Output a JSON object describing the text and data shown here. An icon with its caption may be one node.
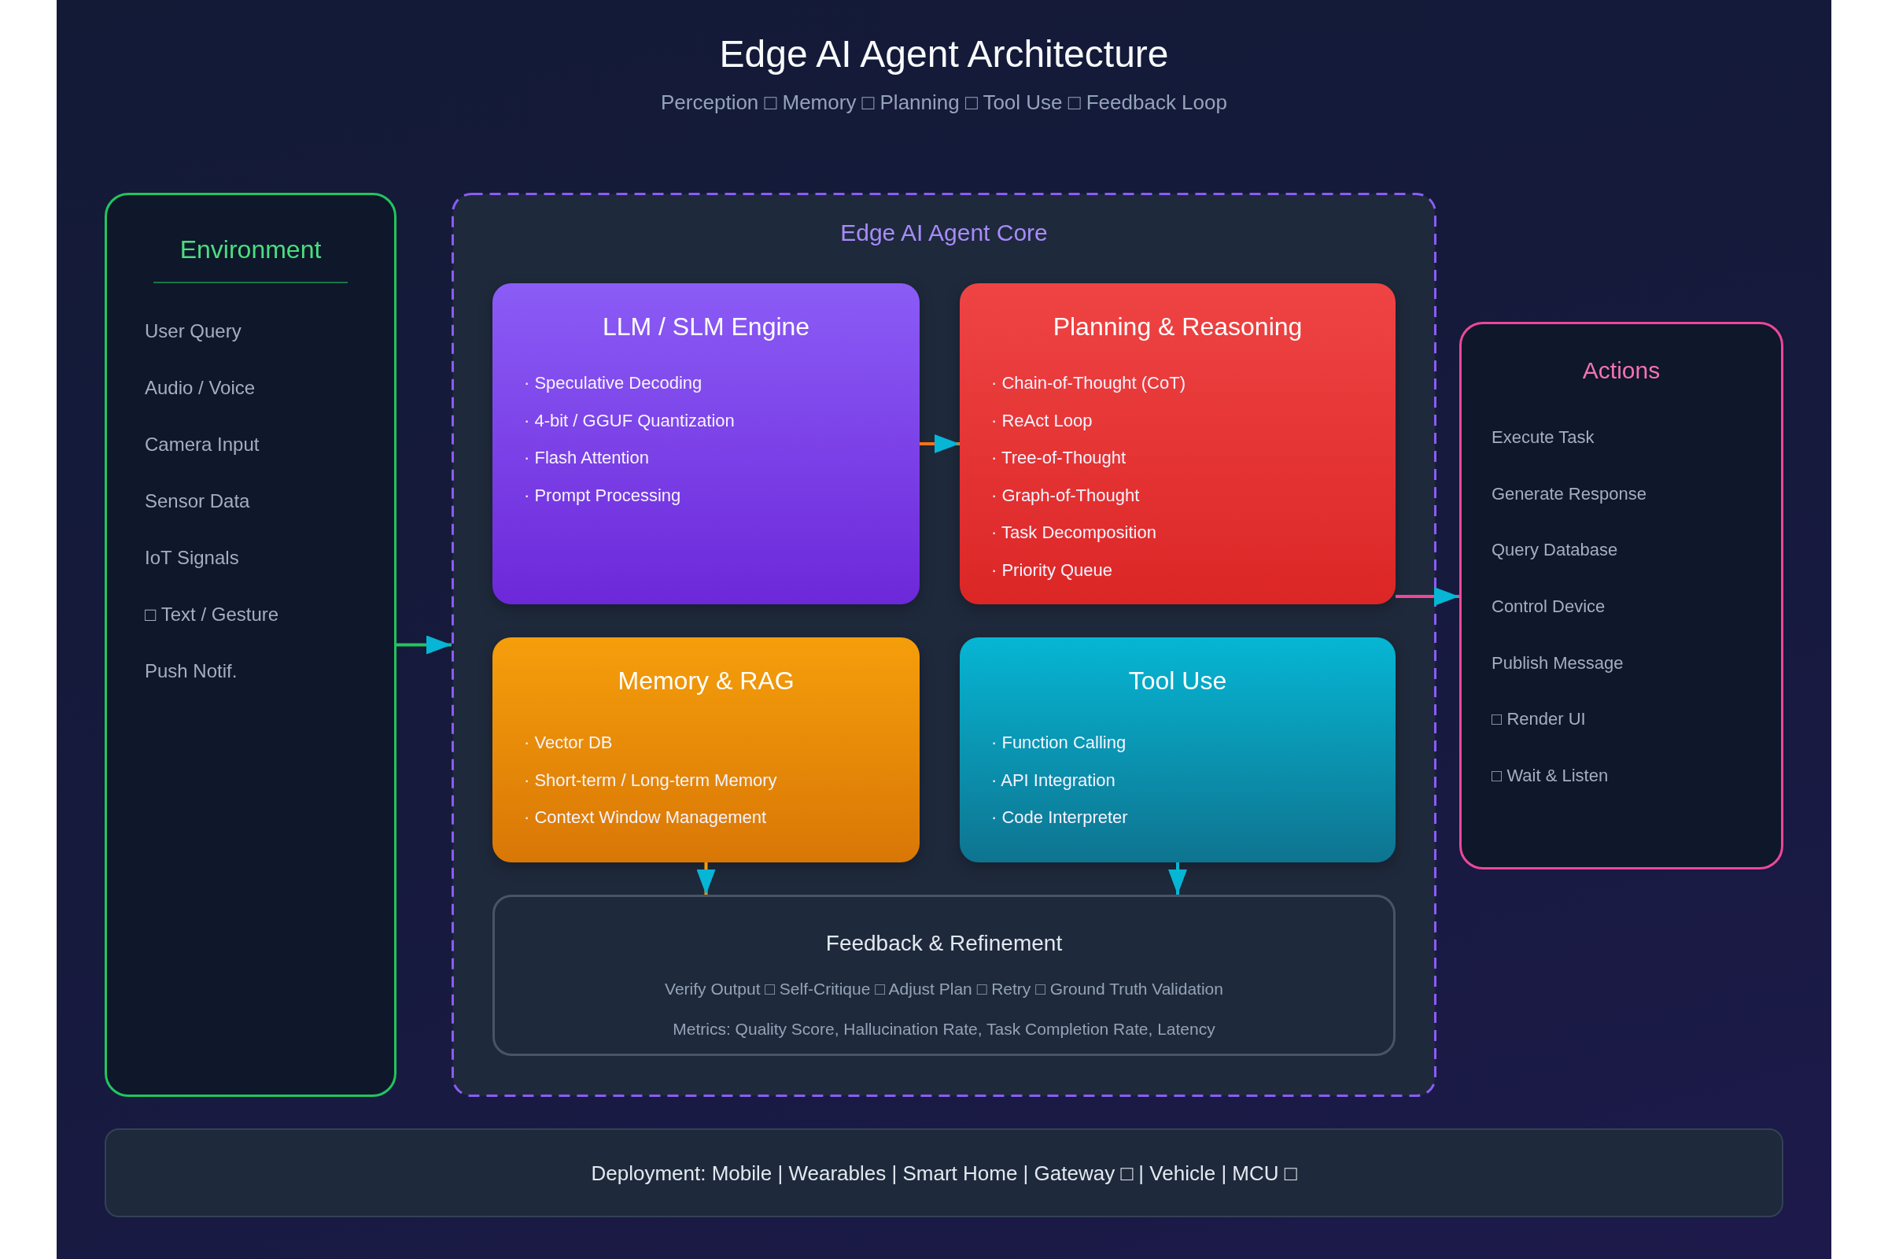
{
  "diagram": {
    "title": "Edge AI Agent Architecture",
    "nodes": [
      {
        "text": [
          "Environment",
          "User Query",
          "Audio / Voice",
          "Camera Input",
          "Sensor Data",
          "IoT Signals",
          "□ Text / Gesture",
          "Push Notif."
        ]
      },
      {
        "text": [
          "Edge AI Agent Core"
        ]
      },
      {
        "text": [
          "LLM / SLM Engine",
          "· Speculative Decoding",
          "· 4-bit / GGUF Quantization",
          "· Flash Attention",
          "· Prompt Processing"
        ],
        "in": 1
      },
      {
        "text": [
          "Planning & Reasoning",
          "· Chain-of-Thought (CoT)",
          "· ReAct Loop",
          "· Tree-of-Thought",
          "· Graph-of-Thought",
          "· Task Decomposition",
          "· Priority Queue"
        ],
        "in": 1
      },
      {
        "text": [
          "Memory & RAG",
          "· Vector DB",
          "· Short-term / Long-term Memory",
          "· Context Window Management"
        ],
        "in": 1
      },
      {
        "text": [
          "Tool Use",
          "· Function Calling",
          "· API Integration",
          "· Code Interpreter"
        ],
        "in": 1
      },
      {
        "text": [
          "Feedback & Refinement",
          "Verify Output □ Self-Critique □ Adjust Plan □ Retry □ Ground Truth Validation",
          "Metrics: Quality Score, Hallucination Rate, Task Completion Rate, Latency"
        ],
        "in": 1
      },
      {
        "text": [
          "Actions",
          "Execute Task",
          "Generate Response",
          "Query Database",
          "Control Device",
          "Publish Message",
          "□ Render UI",
          "□ Wait & Listen"
        ]
      },
      {
        "text": [
          "Deployment: Mobile | Wearables | Smart Home | Gateway □ | Vehicle | MCU □"
        ]
      }
    ],
    "edges": [
      {
        "from": 0,
        "to": 1,
        "arrow": "to",
        "color": "#22c55e"
      },
      {
        "from": 2,
        "to": 3,
        "arrow": "to",
        "color": "#f97316"
      },
      {
        "from": 3,
        "to": 7,
        "arrow": "to",
        "color": "#ec4899"
      },
      {
        "from": 4,
        "to": 6,
        "arrow": "to",
        "color": "#f59e0b"
      },
      {
        "from": 5,
        "to": 6,
        "arrow": "to",
        "color": "#06b6d4"
      }
    ],
    "labels": [
      "Perception □ Memory □ Planning □ Tool Use □ Feedback Loop"
    ]
  }
}
